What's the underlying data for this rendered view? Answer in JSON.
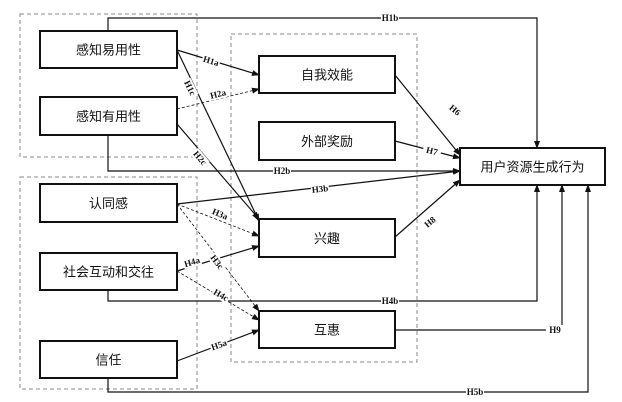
{
  "nodes": {
    "peou": "感知易用性",
    "pu": "感知有用性",
    "identity": "认同感",
    "social": "社会互动和交往",
    "trust": "信任",
    "selfeff": "自我效能",
    "reward": "外部奖励",
    "interest": "兴趣",
    "reciprocity": "互惠",
    "behavior": "用户资源生成行为"
  },
  "edges": {
    "H1a": {
      "label": "H1a",
      "from": "peou",
      "to": "selfeff"
    },
    "H1b": {
      "label": "H1b",
      "from": "peou",
      "to": "behavior"
    },
    "H1c": {
      "label": "H1c",
      "from": "peou",
      "to": "interest"
    },
    "H2a": {
      "label": "H2a",
      "from": "pu",
      "to": "selfeff"
    },
    "H2b": {
      "label": "H2b",
      "from": "pu",
      "to": "behavior"
    },
    "H2c": {
      "label": "H2c",
      "from": "pu",
      "to": "interest"
    },
    "H3a": {
      "label": "H3a",
      "from": "identity",
      "to": "interest"
    },
    "H3b": {
      "label": "H3b",
      "from": "identity",
      "to": "behavior"
    },
    "H3c": {
      "label": "H3c",
      "from": "identity",
      "to": "reciprocity"
    },
    "H4a": {
      "label": "H4a",
      "from": "social",
      "to": "interest"
    },
    "H4b": {
      "label": "H4b",
      "from": "social",
      "to": "behavior"
    },
    "H4c": {
      "label": "H4c",
      "from": "social",
      "to": "reciprocity"
    },
    "H5a": {
      "label": "H5a",
      "from": "trust",
      "to": "reciprocity"
    },
    "H5b": {
      "label": "H5b",
      "from": "trust",
      "to": "behavior"
    },
    "H6": {
      "label": "H6",
      "from": "selfeff",
      "to": "behavior"
    },
    "H7": {
      "label": "H7",
      "from": "reward",
      "to": "behavior"
    },
    "H8": {
      "label": "H8",
      "from": "interest",
      "to": "behavior"
    },
    "H9": {
      "label": "H9",
      "from": "reciprocity",
      "to": "behavior"
    }
  }
}
